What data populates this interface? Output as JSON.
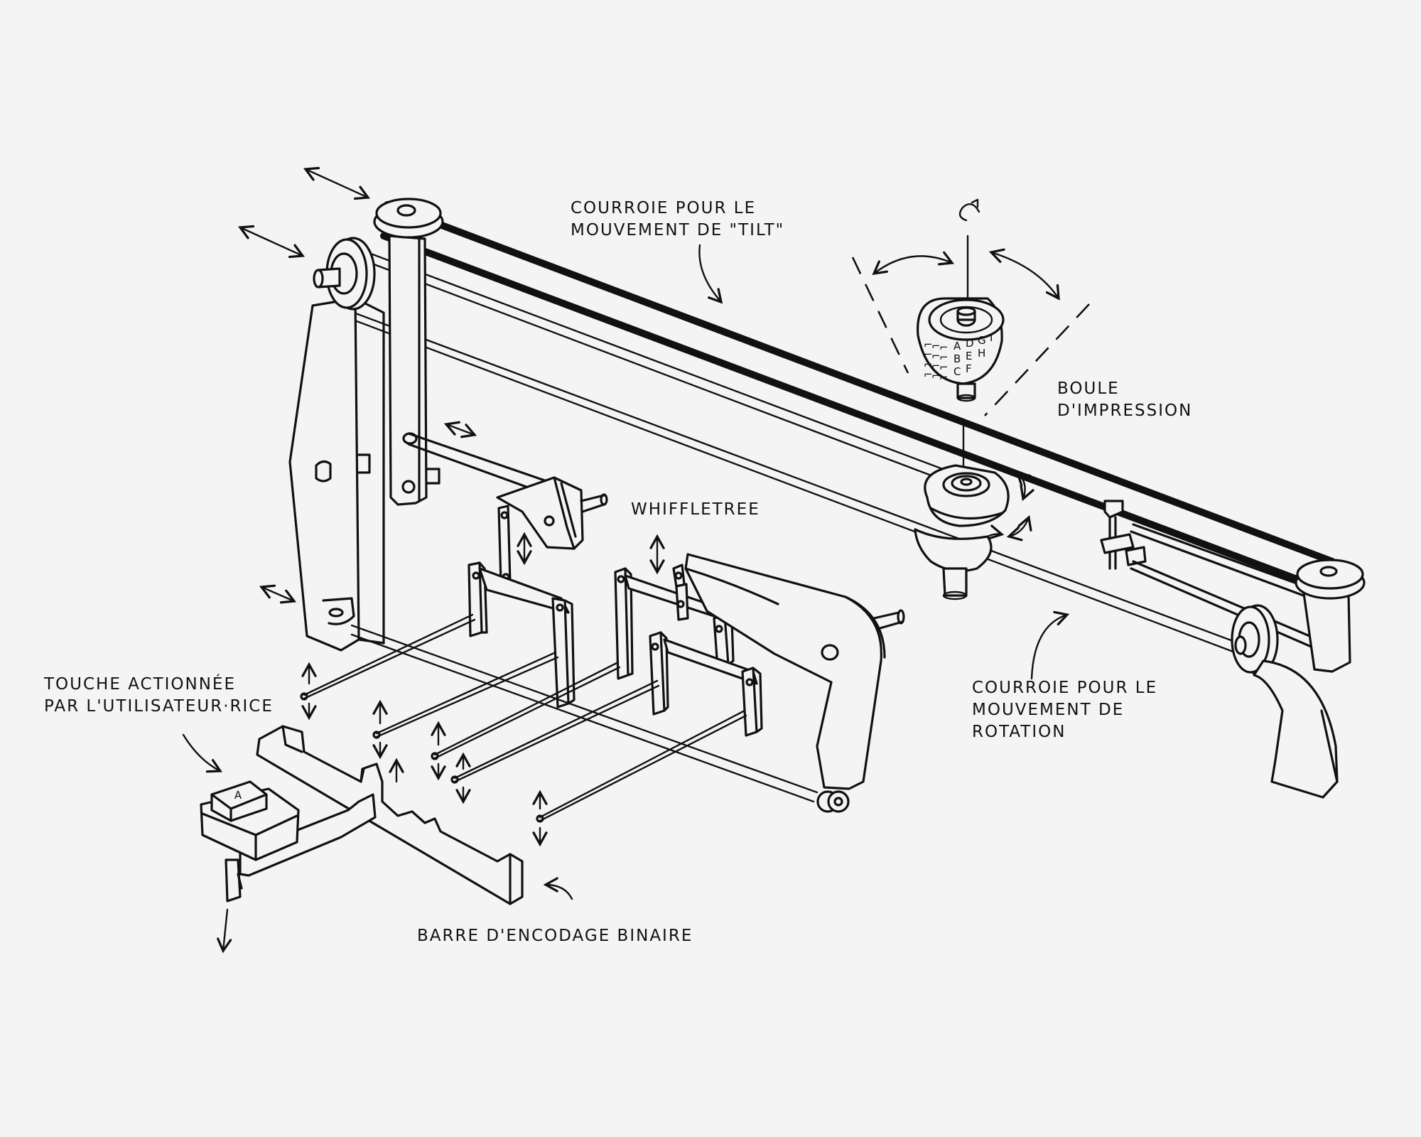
{
  "labels": {
    "tilt_belt": [
      "Courroie pour le",
      "mouvement de \"tilt\""
    ],
    "print_ball": [
      "Boule",
      "d'impression"
    ],
    "whiffletree": [
      "Whiffletree"
    ],
    "user_key": [
      "Touche actionnée",
      "par l'utilisateur·rice"
    ],
    "rotation_belt": [
      "Courroie pour le",
      "mouvement de",
      "rotation"
    ],
    "binary_bar": [
      "Barre d'encodage binaire"
    ]
  },
  "key_letter": "A",
  "ball_letters": [
    "A",
    "D",
    "G",
    "I",
    "B",
    "E",
    "H",
    "C",
    "F"
  ],
  "colors": {
    "background": "#f4f4f4",
    "ink": "#111111"
  }
}
